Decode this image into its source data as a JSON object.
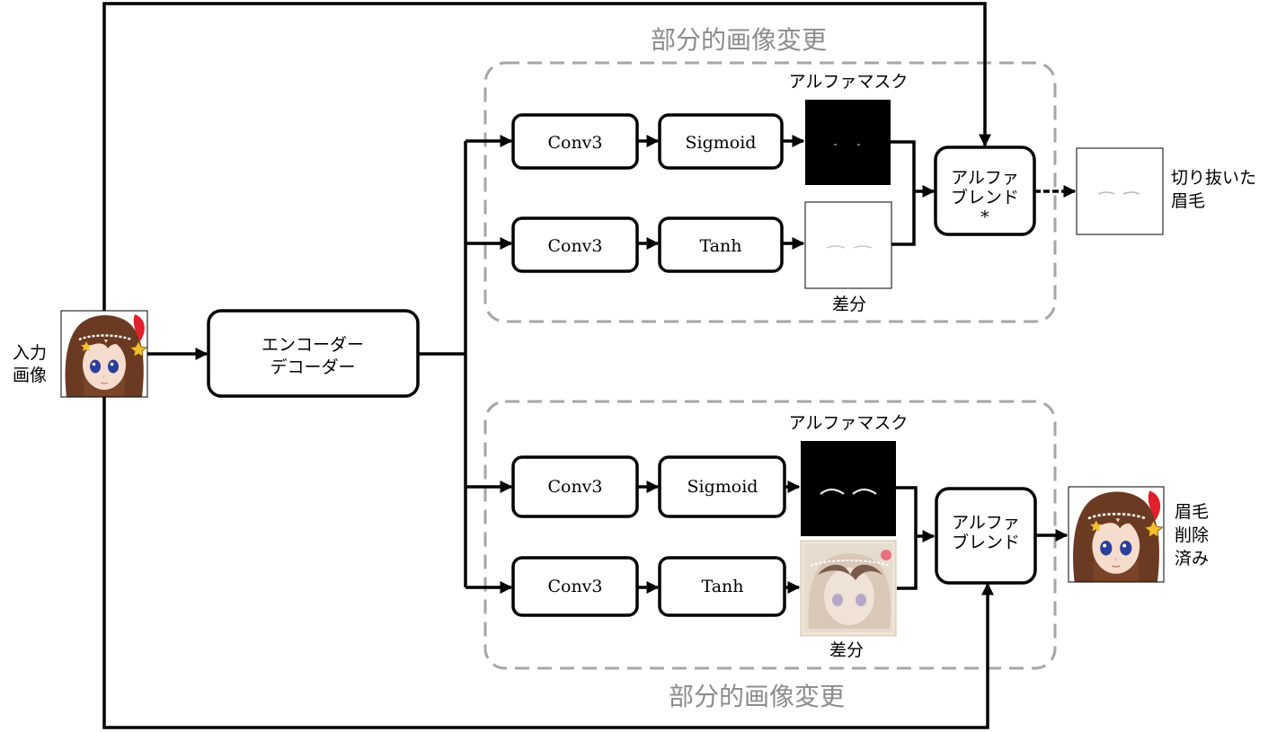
{
  "input": {
    "label_line1": "入力",
    "label_line2": "画像"
  },
  "encoder": {
    "line1": "エンコーダー",
    "line2": "デコーダー"
  },
  "top_group": {
    "title": "部分的画像変更",
    "mask_label": "アルファマスク",
    "diff_label": "差分",
    "conv_a": "Conv3",
    "act_a": "Sigmoid",
    "conv_b": "Conv3",
    "act_b": "Tanh",
    "blend_line1": "アルファ",
    "blend_line2": "ブレンド",
    "blend_line3": "*"
  },
  "bottom_group": {
    "title": "部分的画像変更",
    "mask_label": "アルファマスク",
    "diff_label": "差分",
    "conv_a": "Conv3",
    "act_a": "Sigmoid",
    "conv_b": "Conv3",
    "act_b": "Tanh",
    "blend_line1": "アルファ",
    "blend_line2": "ブレンド"
  },
  "outputs": {
    "top_line1": "切り抜いた",
    "top_line2": "眉毛",
    "bottom_line1": "眉毛",
    "bottom_line2": "削除",
    "bottom_line3": "済み"
  },
  "colors": {
    "stroke": "#000000",
    "group_border": "#a6a6a6",
    "group_title": "#8c8c8c"
  }
}
